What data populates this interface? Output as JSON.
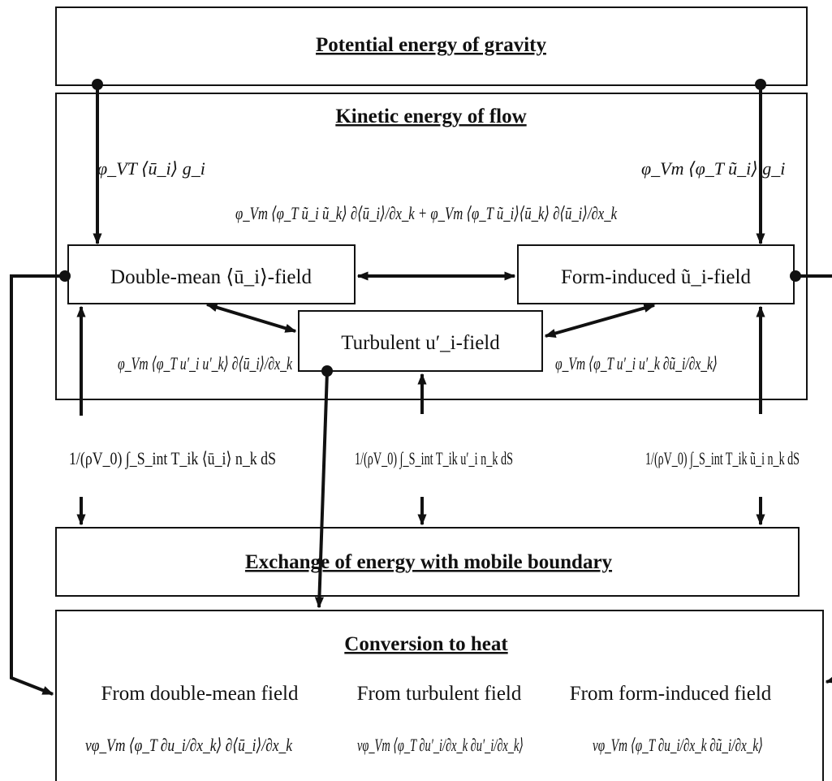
{
  "boxes": {
    "potential": {
      "title": "Potential energy of gravity"
    },
    "kinetic": {
      "title": "Kinetic energy of flow"
    },
    "double_mean": {
      "label": "Double-mean ⟨ū_i⟩-field"
    },
    "form_induced": {
      "label": "Form-induced ũ_i-field"
    },
    "turbulent": {
      "label": "Turbulent u′_i-field"
    },
    "exchange": {
      "title": "Exchange of energy with mobile boundary"
    },
    "heat": {
      "title": "Conversion to heat",
      "col1": "From double-mean field",
      "col2": "From turbulent field",
      "col3": "From form-induced field"
    }
  },
  "terms": {
    "gravity_to_double_mean": "φ_VT ⟨ū_i⟩ g_i",
    "gravity_to_form_induced": "φ_Vm ⟨φ_T ũ_i⟩ g_i",
    "double_mean_form_induced": "φ_Vm ⟨φ_T ũ_i ũ_k⟩ ∂⟨ū_i⟩/∂x_k + φ_Vm ⟨φ_T ũ_i⟩⟨ū_k⟩ ∂⟨ū_i⟩/∂x_k",
    "double_mean_turbulent": "φ_Vm ⟨φ_T u′_i u′_k⟩ ∂⟨ū_i⟩/∂x_k",
    "form_induced_turbulent": "φ_Vm ⟨φ_T u′_i u′_k ∂ũ_i/∂x_k⟩",
    "boundary_double_mean": "1/(ρV_0) ∫_S_int T_ik ⟨ū_i⟩ n_k dS",
    "boundary_turbulent": "1/(ρV_0) ∫_S_int T_ik u′_i n_k dS",
    "boundary_form_induced": "1/(ρV_0) ∫_S_int T_ik ũ_i n_k dS",
    "heat_double_mean": "νφ_Vm ⟨φ_T ∂u_i/∂x_k⟩ ∂⟨ū_i⟩/∂x_k",
    "heat_turbulent": "νφ_Vm ⟨φ_T ∂u′_i/∂x_k ∂u′_i/∂x_k⟩",
    "heat_form_induced": "νφ_Vm ⟨φ_T ∂u_i/∂x_k ∂ũ_i/∂x_k⟩"
  },
  "colors": {
    "line": "#111111",
    "background": "#ffffff"
  }
}
